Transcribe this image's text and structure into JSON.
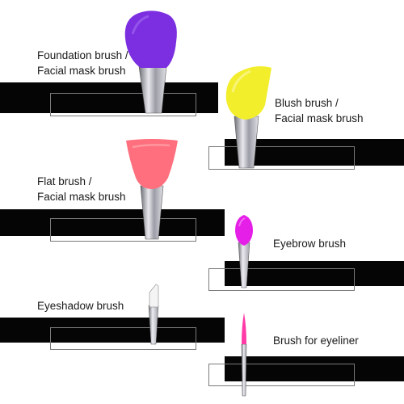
{
  "products": [
    {
      "name": "foundation",
      "label_lines": [
        "Foundation brush /",
        "Facial mask brush"
      ],
      "head_color": "#7b2fe0"
    },
    {
      "name": "blush",
      "label_lines": [
        "Blush brush /",
        "Facial mask brush"
      ],
      "head_color": "#f3ee2c"
    },
    {
      "name": "flat",
      "label_lines": [
        "Flat brush /",
        "Facial mask brush"
      ],
      "head_color": "#ff6f7d"
    },
    {
      "name": "eyebrow",
      "label_lines": [
        "Eyebrow brush"
      ],
      "head_color": "#e51ee8"
    },
    {
      "name": "eyeshadow",
      "label_lines": [
        "Eyeshadow brush"
      ],
      "head_color": "#f2f2f2"
    },
    {
      "name": "eyeliner",
      "label_lines": [
        "Brush for eyeliner"
      ],
      "head_color": "#ff3aa6"
    }
  ],
  "colors": {
    "bar": "#050505",
    "frame": "#7a7a7a",
    "ferrule": "#b9b9c2"
  }
}
